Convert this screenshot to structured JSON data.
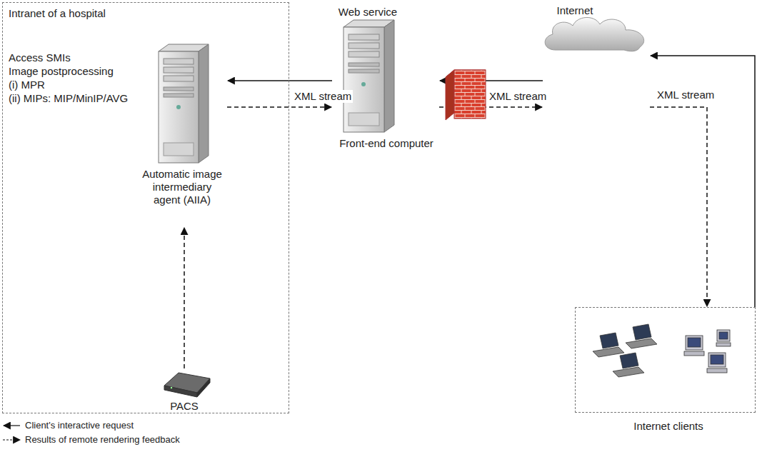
{
  "diagram": {
    "nodes": [
      {
        "text": [
          "Intranet of a hospital",
          "Access SMIs",
          "Image postprocessing",
          "(i) MPR",
          "(ii) MIPs: MIP/MinIP/AVG"
        ]
      },
      {
        "text": [
          "Automatic image intermediary agent (AIIA)"
        ],
        "in": 0
      },
      {
        "text": [
          "PACS"
        ],
        "in": 0
      },
      {
        "text": [
          "Web service",
          "Front-end computer"
        ]
      },
      {
        "text": [
          "Internet"
        ]
      },
      {
        "text": [
          "Internet clients"
        ]
      }
    ],
    "edges": [
      {
        "from": 5,
        "to": 4,
        "arrow": "to"
      },
      {
        "from": 4,
        "to": 3,
        "arrow": "to"
      },
      {
        "from": 3,
        "to": 1,
        "arrow": "to"
      },
      {
        "from": 1,
        "to": 3,
        "arrow": "to",
        "label": "XML stream"
      },
      {
        "from": 3,
        "to": 4,
        "arrow": "to",
        "label": "XML stream"
      },
      {
        "from": 4,
        "to": 5,
        "arrow": "to",
        "label": "XML stream"
      },
      {
        "from": 2,
        "to": 1,
        "arrow": "to"
      }
    ],
    "legend": [
      {
        "text": "Client's interactive request"
      },
      {
        "text": "Results of remote rendering feedback"
      }
    ]
  }
}
